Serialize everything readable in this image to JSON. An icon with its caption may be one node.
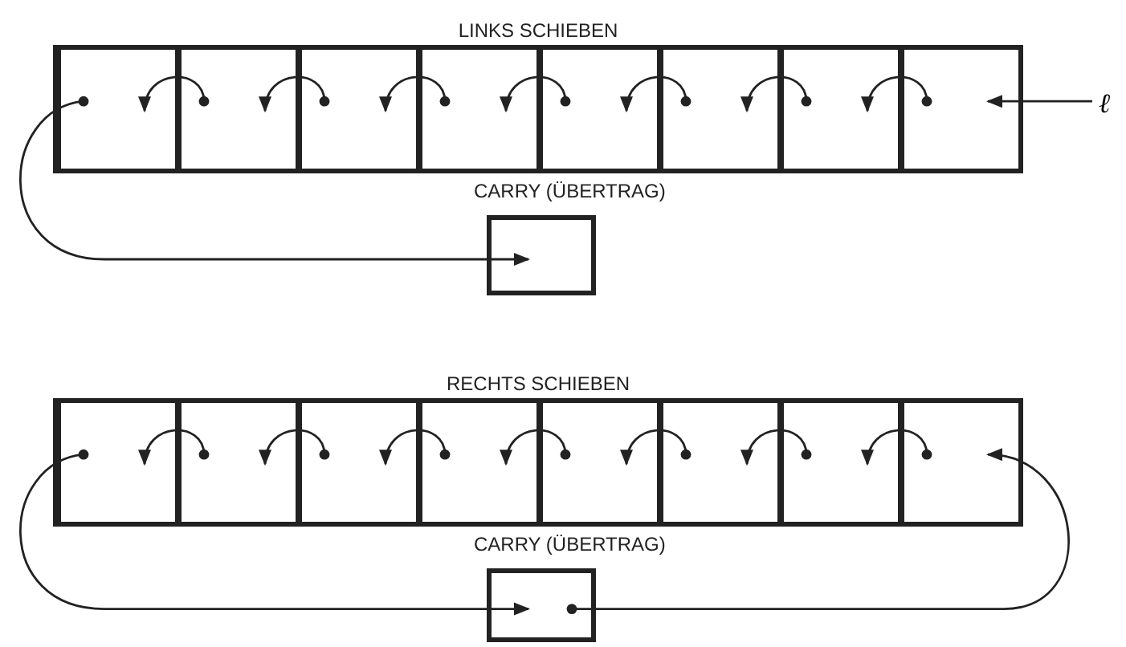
{
  "diagram": {
    "nodes": [
      {
        "text": [
          "LINKS SCHIEBEN"
        ]
      },
      {
        "text": [],
        "shape": "box",
        "in": 0
      },
      {
        "text": [],
        "shape": "box",
        "in": 0
      },
      {
        "text": [],
        "shape": "box",
        "in": 0
      },
      {
        "text": [],
        "shape": "box",
        "in": 0
      },
      {
        "text": [],
        "shape": "box",
        "in": 0
      },
      {
        "text": [],
        "shape": "box",
        "in": 0
      },
      {
        "text": [],
        "shape": "box",
        "in": 0
      },
      {
        "text": [],
        "shape": "box",
        "in": 0
      },
      {
        "text": [
          "CARRY (ÜBERTRAG)"
        ]
      },
      {
        "text": [
          "ℓ"
        ]
      },
      {
        "text": [
          "RECHTS SCHIEBEN"
        ]
      },
      {
        "text": [],
        "shape": "box",
        "in": 11
      },
      {
        "text": [],
        "shape": "box",
        "in": 11
      },
      {
        "text": [],
        "shape": "box",
        "in": 11
      },
      {
        "text": [],
        "shape": "box",
        "in": 11
      },
      {
        "text": [],
        "shape": "box",
        "in": 11
      },
      {
        "text": [],
        "shape": "box",
        "in": 11
      },
      {
        "text": [],
        "shape": "box",
        "in": 11
      },
      {
        "text": [],
        "shape": "box",
        "in": 11
      },
      {
        "text": [
          "CARRY (ÜBERTRAG)"
        ]
      }
    ],
    "edges": [
      {
        "from": 2,
        "to": 1,
        "arrow": "to"
      },
      {
        "from": 3,
        "to": 2,
        "arrow": "to"
      },
      {
        "from": 4,
        "to": 3,
        "arrow": "to"
      },
      {
        "from": 5,
        "to": 4,
        "arrow": "to"
      },
      {
        "from": 6,
        "to": 5,
        "arrow": "to"
      },
      {
        "from": 7,
        "to": 6,
        "arrow": "to"
      },
      {
        "from": 8,
        "to": 7,
        "arrow": "to"
      },
      {
        "from": 10,
        "to": 8,
        "arrow": "to"
      },
      {
        "from": 1,
        "to": 9,
        "arrow": "to"
      },
      {
        "from": 13,
        "to": 12,
        "arrow": "to"
      },
      {
        "from": 14,
        "to": 13,
        "arrow": "to"
      },
      {
        "from": 15,
        "to": 14,
        "arrow": "to"
      },
      {
        "from": 16,
        "to": 15,
        "arrow": "to"
      },
      {
        "from": 17,
        "to": 16,
        "arrow": "to"
      },
      {
        "from": 18,
        "to": 17,
        "arrow": "to"
      },
      {
        "from": 19,
        "to": 18,
        "arrow": "to"
      },
      {
        "from": 12,
        "to": 20,
        "arrow": "to"
      },
      {
        "from": 20,
        "to": 19,
        "arrow": "to"
      }
    ]
  }
}
